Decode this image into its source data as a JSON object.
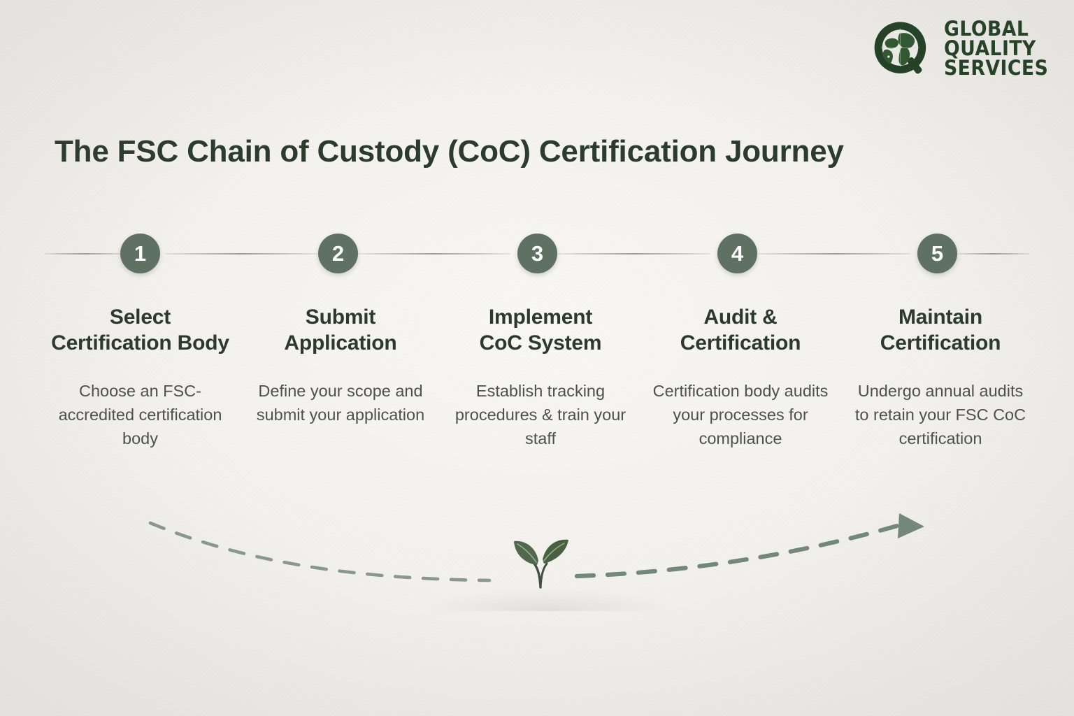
{
  "brand": {
    "logo_icon": "globe-q-logo-icon",
    "name_line1": "GLOBAL",
    "name_line2": "QUALITY",
    "name_line3": "SERVICES",
    "color": "#214024"
  },
  "page": {
    "title": "The FSC Chain of Custody (CoC) Certification Journey",
    "background_color": "#f4f2ee",
    "accent_color": "#5f7163",
    "heading_color": "#2c3a2d",
    "body_color": "#4a524a"
  },
  "steps": [
    {
      "number": "1",
      "heading": "Select\nCertification Body",
      "description": "Choose an FSC-accredited certification body"
    },
    {
      "number": "2",
      "heading": "Submit\nApplication",
      "description": "Define your scope and submit your application"
    },
    {
      "number": "3",
      "heading": "Implement\nCoC System",
      "description": "Establish tracking procedures & train your staff"
    },
    {
      "number": "4",
      "heading": "Audit &\nCertification",
      "description": "Certification body audits your processes for compliance"
    },
    {
      "number": "5",
      "heading": "Maintain\nCertification",
      "description": "Undergo annual audits to retain your FSC CoC certification"
    }
  ],
  "decoration": {
    "growth_arc_icon": "dashed-growth-arrow-icon",
    "sprout_icon": "seedling-sprout-icon",
    "arc_color": "#6d8273"
  }
}
